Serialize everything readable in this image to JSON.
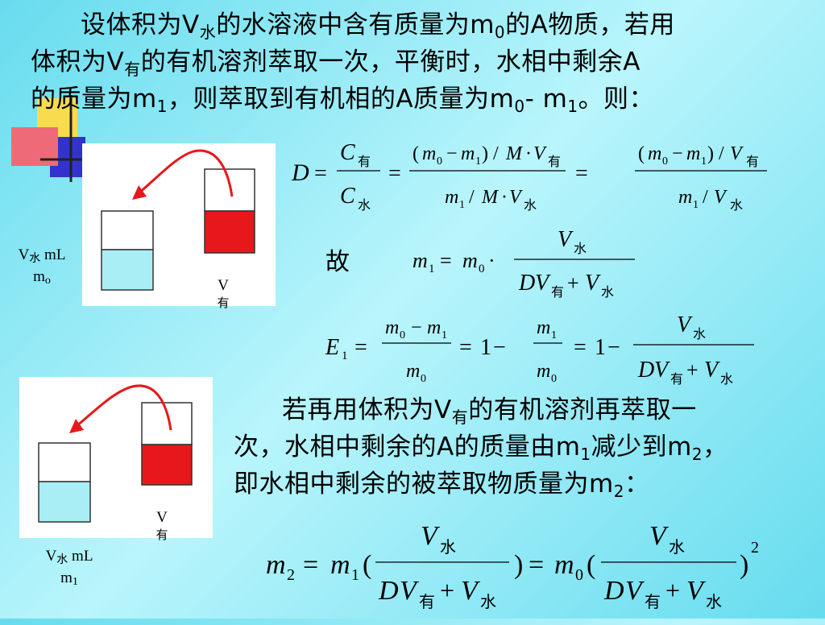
{
  "para1": {
    "l1a": "设体积为V",
    "l1b": "水",
    "l1c": "的水溶液中含有质量为m",
    "l1d": "0",
    "l1e": "的A物质，若用",
    "l2a": "体积为V",
    "l2b": "有",
    "l2c": "的有机溶剂萃取一次，平衡时，水相中剩余A",
    "l3a": "的质量为m",
    "l3b": "1",
    "l3c": "，则萃取到有机相的A质量为m",
    "l3d": "0",
    "l3e": "- m",
    "l3f": "1",
    "l3g": "。则："
  },
  "para2": {
    "l1a": "若再用体积为V",
    "l1b": "有",
    "l1c": "的有机溶剂再萃取一",
    "l2a": "次，水相中剩余的A的质量由m",
    "l2b": "1",
    "l2c": "减少到m",
    "l2d": "2",
    "l2e": "，",
    "l3a": "即水相中剩余的被萃取物质量为m",
    "l3b": "2",
    "l3c": "："
  },
  "gu": "故",
  "diagram1": {
    "left_v": "V",
    "left_v_sub": "水",
    "left_unit": " mL",
    "left_m": "m",
    "left_m_sub": "o",
    "right_v": "V",
    "right_v_sub": "有"
  },
  "diagram2": {
    "left_v": "V",
    "left_v_sub": "水",
    "left_unit": " mL",
    "left_m": "m",
    "left_m_sub": "1",
    "right_v": "V",
    "right_v_sub": "有"
  },
  "math": {
    "D": "D",
    "E": "E",
    "C": "C",
    "V": "V",
    "M": "M",
    "m": "m",
    "you": "有",
    "shui": "水",
    "s0": "0",
    "s1": "1",
    "s2": "2",
    "one": "1",
    "eq": "=",
    "minus": "−",
    "plus": "+",
    "dot": "·",
    "slash": "/",
    "lp": "(",
    "rp": ")",
    "sq": "2"
  },
  "colors": {
    "bg_light": "#b9f5fc",
    "bg_dark": "#67dcee",
    "water": "#a9eef5",
    "organic": "#e8171b",
    "arrow": "#e8171b",
    "deco_yellow": "#f8dc4e",
    "deco_blue": "#3333cc",
    "deco_pink": "#ef6a78"
  }
}
